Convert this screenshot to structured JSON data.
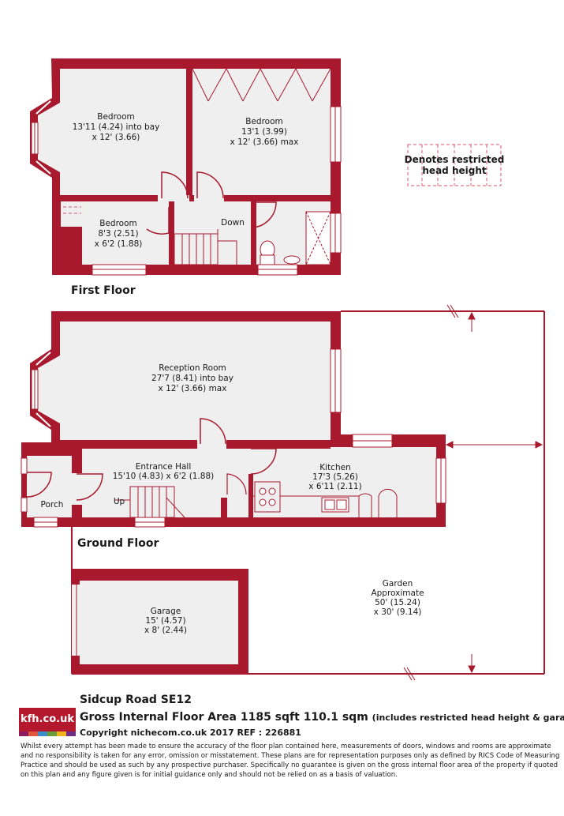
{
  "colors": {
    "wall": "#a8192e",
    "room_fill": "#efeff0",
    "restricted": "#d9556a",
    "logo_bg": "#b4182d",
    "logo_stripes": [
      "#8d1c5f",
      "#e1573e",
      "#3b8fc6",
      "#6a9c3b",
      "#f2b41b",
      "#702d84"
    ]
  },
  "rooms": {
    "first_floor": {
      "bedroom1": {
        "name": "Bedroom",
        "dim1": "13'11 (4.24) into bay",
        "dim2": "x 12' (3.66)"
      },
      "bedroom2": {
        "name": "Bedroom",
        "dim1": "13'1 (3.99)",
        "dim2": "x 12' (3.66) max"
      },
      "bedroom3": {
        "name": "Bedroom",
        "dim1": "8'3 (2.51)",
        "dim2": "x 6'2 (1.88)"
      },
      "stairs_label": "Down"
    },
    "ground_floor": {
      "reception": {
        "name": "Reception Room",
        "dim1": "27'7 (8.41) into bay",
        "dim2": "x 12' (3.66) max"
      },
      "hall": {
        "name": "Entrance Hall",
        "dim1": "15'10 (4.83) x 6'2 (1.88)"
      },
      "kitchen": {
        "name": "Kitchen",
        "dim1": "17'3 (5.26)",
        "dim2": "x 6'11 (2.11)"
      },
      "porch": {
        "name": "Porch"
      },
      "stairs_label": "Up",
      "garage": {
        "name": "Garage",
        "dim1": "15' (4.57)",
        "dim2": "x 8' (2.44)"
      },
      "garden": {
        "name": "Garden",
        "line2": "Approximate",
        "dim1": "50' (15.24)",
        "dim2": "x 30' (9.14)"
      }
    }
  },
  "labels": {
    "first_floor": "First Floor",
    "ground_floor": "Ground Floor",
    "legend_line1": "Denotes restricted",
    "legend_line2": "head height"
  },
  "footer": {
    "address": "Sidcup Road SE12",
    "area": "Gross Internal Floor Area 1185 sqft 110.1 sqm",
    "area_note": "(includes restricted head height & garage)",
    "copyright": "Copyright nichecom.co.uk 2017 REF : 226881",
    "logo": "kfh.co.uk",
    "disclaimer": "Whilst every attempt has been made to ensure the accuracy of the floor plan contained here, measurements of doors, windows and rooms are approximate and no responsibility is taken for any error, omission or misstatement.  These plans are for representation purposes only as defined by RICS Code of Measuring Practice and should be used as such by any prospective purchaser.  Specifically no guarantee is given on the gross internal floor area of the property if quoted on this plan and any figure given is for initial guidance only and should not be relied on as a basis of valuation."
  }
}
